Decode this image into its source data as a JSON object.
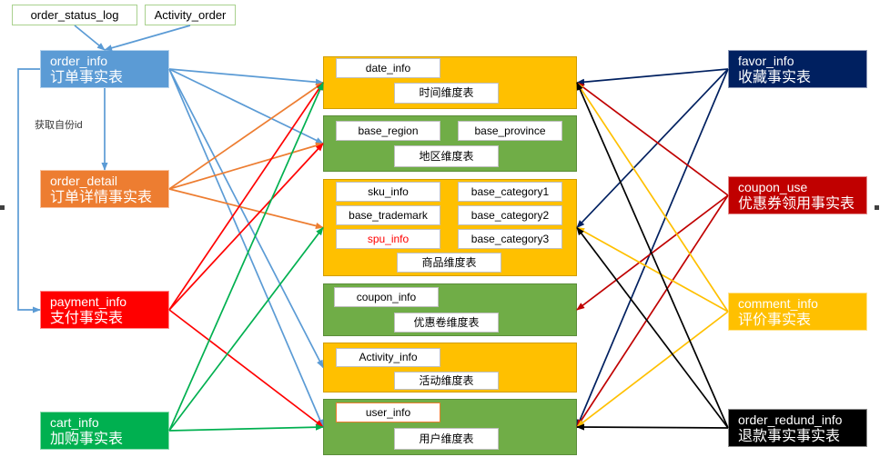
{
  "diagram": {
    "sources": [
      {
        "label": "order_status_log",
        "border_color": "#A9D18E"
      },
      {
        "label": "Activity_order",
        "border_color": "#A9D18E"
      }
    ],
    "note": "获取自份id",
    "left_facts": [
      {
        "name": "order_info",
        "title": "订单事实表",
        "color": "#5B9BD5"
      },
      {
        "name": "order_detail",
        "title": "订单详情事实表",
        "color": "#ED7D31"
      },
      {
        "name": "payment_info",
        "title": "支付事实表",
        "color": "#FF0000"
      },
      {
        "name": "cart_info",
        "title": "加购事实表",
        "color": "#00B050"
      }
    ],
    "right_facts": [
      {
        "name": "favor_info",
        "title": "收藏事实表",
        "color": "#002060"
      },
      {
        "name": "coupon_use",
        "title": "优惠券领用事实表",
        "color": "#C00000"
      },
      {
        "name": "comment_info",
        "title": "评价事实表",
        "color": "#FFC000"
      },
      {
        "name": "order_redund_info",
        "title": "退款事实事实表",
        "color": "#000000"
      }
    ],
    "dimensions": [
      {
        "title": "时间维度表",
        "color": "#FFC000",
        "tables": [
          {
            "name": "date_info"
          }
        ]
      },
      {
        "title": "地区维度表",
        "color": "#70AD47",
        "tables": [
          {
            "name": "base_region"
          },
          {
            "name": "base_province"
          }
        ]
      },
      {
        "title": "商品维度表",
        "color": "#FFC000",
        "tables": [
          {
            "name": "sku_info"
          },
          {
            "name": "base_category1"
          },
          {
            "name": "base_trademark"
          },
          {
            "name": "base_category2"
          },
          {
            "name": "spu_info",
            "text_color": "#FF0000"
          },
          {
            "name": "base_category3"
          }
        ]
      },
      {
        "title": "优惠卷维度表",
        "color": "#70AD47",
        "tables": [
          {
            "name": "coupon_info"
          }
        ]
      },
      {
        "title": "活动维度表",
        "color": "#FFC000",
        "tables": [
          {
            "name": "Activity_info"
          }
        ]
      },
      {
        "title": "用户维度表",
        "color": "#70AD47",
        "tables": [
          {
            "name": "user_info",
            "border_color": "#ED7D31"
          }
        ]
      }
    ],
    "edges": [
      {
        "from": "order_status_log",
        "to": "order_info"
      },
      {
        "from": "Activity_order",
        "to": "order_info"
      },
      {
        "from": "order_info",
        "to": "order_detail"
      },
      {
        "from": "order_info",
        "to": "payment_info"
      },
      {
        "from": "order_info",
        "to": "时间维度表"
      },
      {
        "from": "order_info",
        "to": "地区维度表"
      },
      {
        "from": "order_info",
        "to": "活动维度表"
      },
      {
        "from": "order_info",
        "to": "用户维度表"
      },
      {
        "from": "order_detail",
        "to": "时间维度表"
      },
      {
        "from": "order_detail",
        "to": "地区维度表"
      },
      {
        "from": "order_detail",
        "to": "商品维度表"
      },
      {
        "from": "payment_info",
        "to": "时间维度表"
      },
      {
        "from": "payment_info",
        "to": "地区维度表"
      },
      {
        "from": "payment_info",
        "to": "用户维度表"
      },
      {
        "from": "cart_info",
        "to": "时间维度表"
      },
      {
        "from": "cart_info",
        "to": "商品维度表"
      },
      {
        "from": "cart_info",
        "to": "用户维度表"
      },
      {
        "from": "favor_info",
        "to": "时间维度表"
      },
      {
        "from": "favor_info",
        "to": "商品维度表"
      },
      {
        "from": "favor_info",
        "to": "用户维度表"
      },
      {
        "from": "coupon_use",
        "to": "时间维度表"
      },
      {
        "from": "coupon_use",
        "to": "优惠卷维度表"
      },
      {
        "from": "coupon_use",
        "to": "用户维度表"
      },
      {
        "from": "comment_info",
        "to": "时间维度表"
      },
      {
        "from": "comment_info",
        "to": "商品维度表"
      },
      {
        "from": "comment_info",
        "to": "用户维度表"
      },
      {
        "from": "order_redund_info",
        "to": "时间维度表"
      },
      {
        "from": "order_redund_info",
        "to": "商品维度表"
      },
      {
        "from": "order_redund_info",
        "to": "用户维度表"
      }
    ]
  }
}
